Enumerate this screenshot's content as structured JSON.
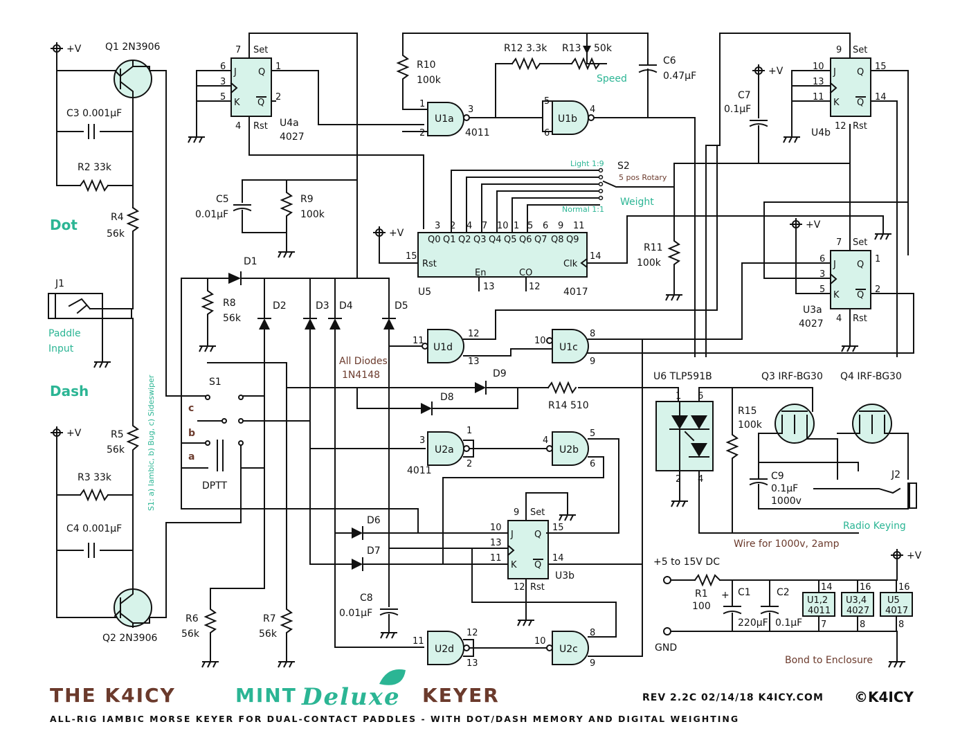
{
  "colors": {
    "accent": "#2bb594",
    "brown": "#6b3a2c",
    "chip": "#d7f3ea",
    "wire": "#111111"
  },
  "labels": {
    "plus_v": "+V",
    "q1": "Q1  2N3906",
    "q2": "Q2  2N3906",
    "c3": "C3  0.001µF",
    "c4": "C4  0.001µF",
    "r2": "R2 33k",
    "r3": "R3 33k",
    "r4": "R4",
    "r4v": "56k",
    "r5": "R5",
    "r5v": "56k",
    "dot": "Dot",
    "dash": "Dash",
    "j1": "J1",
    "paddle1": "Paddle",
    "paddle2": "Input",
    "s1_vert": "S1: a) Iambic, b) Bug, c) Sideswiper",
    "u4a": "U4a",
    "u4a_chip": "4027",
    "set": "Set",
    "rst": "Rst",
    "c5": "C5",
    "c5v": "0.01µF",
    "r9": "R9",
    "r9v": "100k",
    "d1": "D1",
    "d2": "D2",
    "d3": "D3",
    "d4": "D4",
    "d5": "D5",
    "d6": "D6",
    "d7": "D7",
    "d8": "D8",
    "d9": "D9",
    "r8": "R8",
    "r8v": "56k",
    "all_diodes1": "All Diodes",
    "all_diodes2": "1N4148",
    "s1": "S1",
    "dptt": "DPTT",
    "sw_a": "a",
    "sw_b": "b",
    "sw_c": "c",
    "r6": "R6",
    "r6v": "56k",
    "r7": "R7",
    "r7v": "56k",
    "r10": "R10",
    "r10v": "100k",
    "r12": "R12  3.3k",
    "r13": "R13",
    "r13v": "50k",
    "speed": "Speed",
    "c6": "C6",
    "c6v": "0.47µF",
    "u1a": "U1a",
    "u1b": "U1b",
    "u1c": "U1c",
    "u1d": "U1d",
    "chip_4011": "4011",
    "s2": "S2",
    "s2_rot": "5 pos Rotary",
    "light": "Light 1:9",
    "normal": "Normal 1:1",
    "weight": "Weight",
    "u5": "U5",
    "u5_chip": "4017",
    "u5_rst": "Rst",
    "u5_en": "En",
    "u5_co": "CO",
    "u5_clk": "Clk",
    "r11": "R11",
    "r11v": "100k",
    "c7": "C7",
    "c7v": "0.1µF",
    "u4b": "U4b",
    "u3a": "U3a",
    "u3a_chip": "4027",
    "u3b": "U3b",
    "u2a": "U2a",
    "u2b": "U2b",
    "u2c": "U2c",
    "u2d": "U2d",
    "r14": "R14  510",
    "c8": "C8",
    "c8v": "0.01µF",
    "u6": "U6  TLP591B",
    "q3": "Q3  IRF-BG30",
    "q4": "Q4  IRF-BG30",
    "r15": "R15",
    "r15v": "100k",
    "c9": "C9",
    "c9v1": "0.1µF",
    "c9v2": "1000v",
    "j2": "J2",
    "radio_keying": "Radio Keying",
    "wire_note": "Wire for 1000v, 2amp",
    "supply": "+5 to 15V DC",
    "r1": "R1",
    "r1v": "100",
    "c1": "C1",
    "c1v": "220µF",
    "c2": "C2",
    "c2v": "0.1µF",
    "gnd": "GND",
    "u12": "U1,2",
    "u34": "U3,4",
    "u5b": "U5",
    "chip_4027": "4027",
    "chip_4017": "4017",
    "bond": "Bond to Enclosure"
  },
  "footer": {
    "title_a": "THE  K4ICY",
    "title_mint": "MINT",
    "title_deluxe": "Deluxe",
    "title_b": "KEYER",
    "rev": "REV  2.2C    02/14/18    K4ICY.COM",
    "copyright": "©K4ICY",
    "subtitle": "ALL-RIG IAMBIC MORSE KEYER FOR DUAL-CONTACT PADDLES - WITH DOT/DASH MEMORY AND DIGITAL WEIGHTING"
  }
}
